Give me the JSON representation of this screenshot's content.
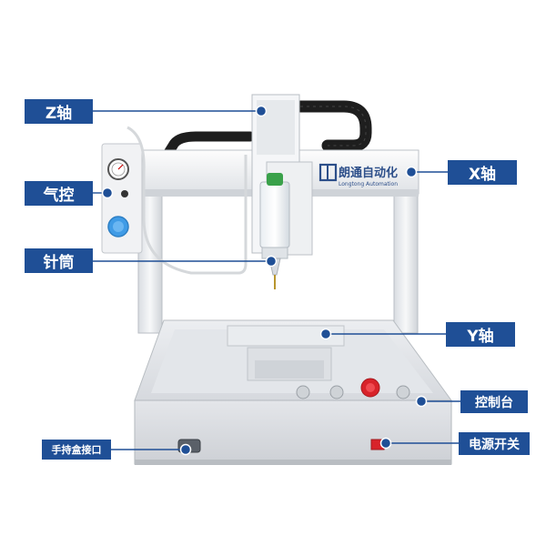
{
  "labels": {
    "z_axis": "Z轴",
    "pneumatic_control": "气控",
    "syringe": "针筒",
    "x_axis": "X轴",
    "y_axis": "Y轴",
    "control_panel": "控制台",
    "handheld_box_port": "手持盒接口",
    "power_switch": "电源开关"
  },
  "brand": {
    "name_cn": "朗通自动化",
    "name_en": "Longtong Automation"
  },
  "colors": {
    "label_bg": "#1f4f96",
    "label_text": "#ffffff",
    "pointer_line": "#1f4f96",
    "stop_button": "#d8232a",
    "power_switch": "#d8232a",
    "nozzle_cap": "#3aa14a",
    "pressure_knob": "#3f9be6",
    "drag_chain": "#1e1e1e"
  },
  "icons": [
    "pointer-dot",
    "emergency-stop-button",
    "rocker-switch",
    "pressure-gauge",
    "pressure-regulator-knob"
  ]
}
